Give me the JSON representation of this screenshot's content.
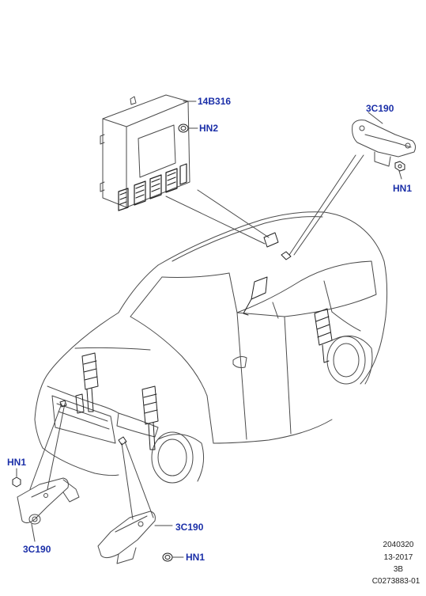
{
  "colors": {
    "callout": "#1b2fa8",
    "line": "#4a4a4a",
    "hatch": "#222222",
    "background": "#ffffff"
  },
  "callouts": {
    "module": "14B316",
    "module_fastener": "HN2",
    "sensor_rear": "3C190",
    "sensor_rear_fastener": "HN1",
    "sensor_front_left": "3C190",
    "sensor_front_left_fastener": "HN1",
    "sensor_front_right": "3C190",
    "sensor_front_right_fastener": "HN1"
  },
  "reference": {
    "code": "2040320",
    "date": "13-2017",
    "rev": "3B",
    "image": "C0273883-01"
  },
  "icons": [
    "control-module-icon",
    "height-sensor-icon",
    "nut-icon",
    "bolt-icon",
    "air-strut-icon",
    "vehicle-outline-icon"
  ]
}
